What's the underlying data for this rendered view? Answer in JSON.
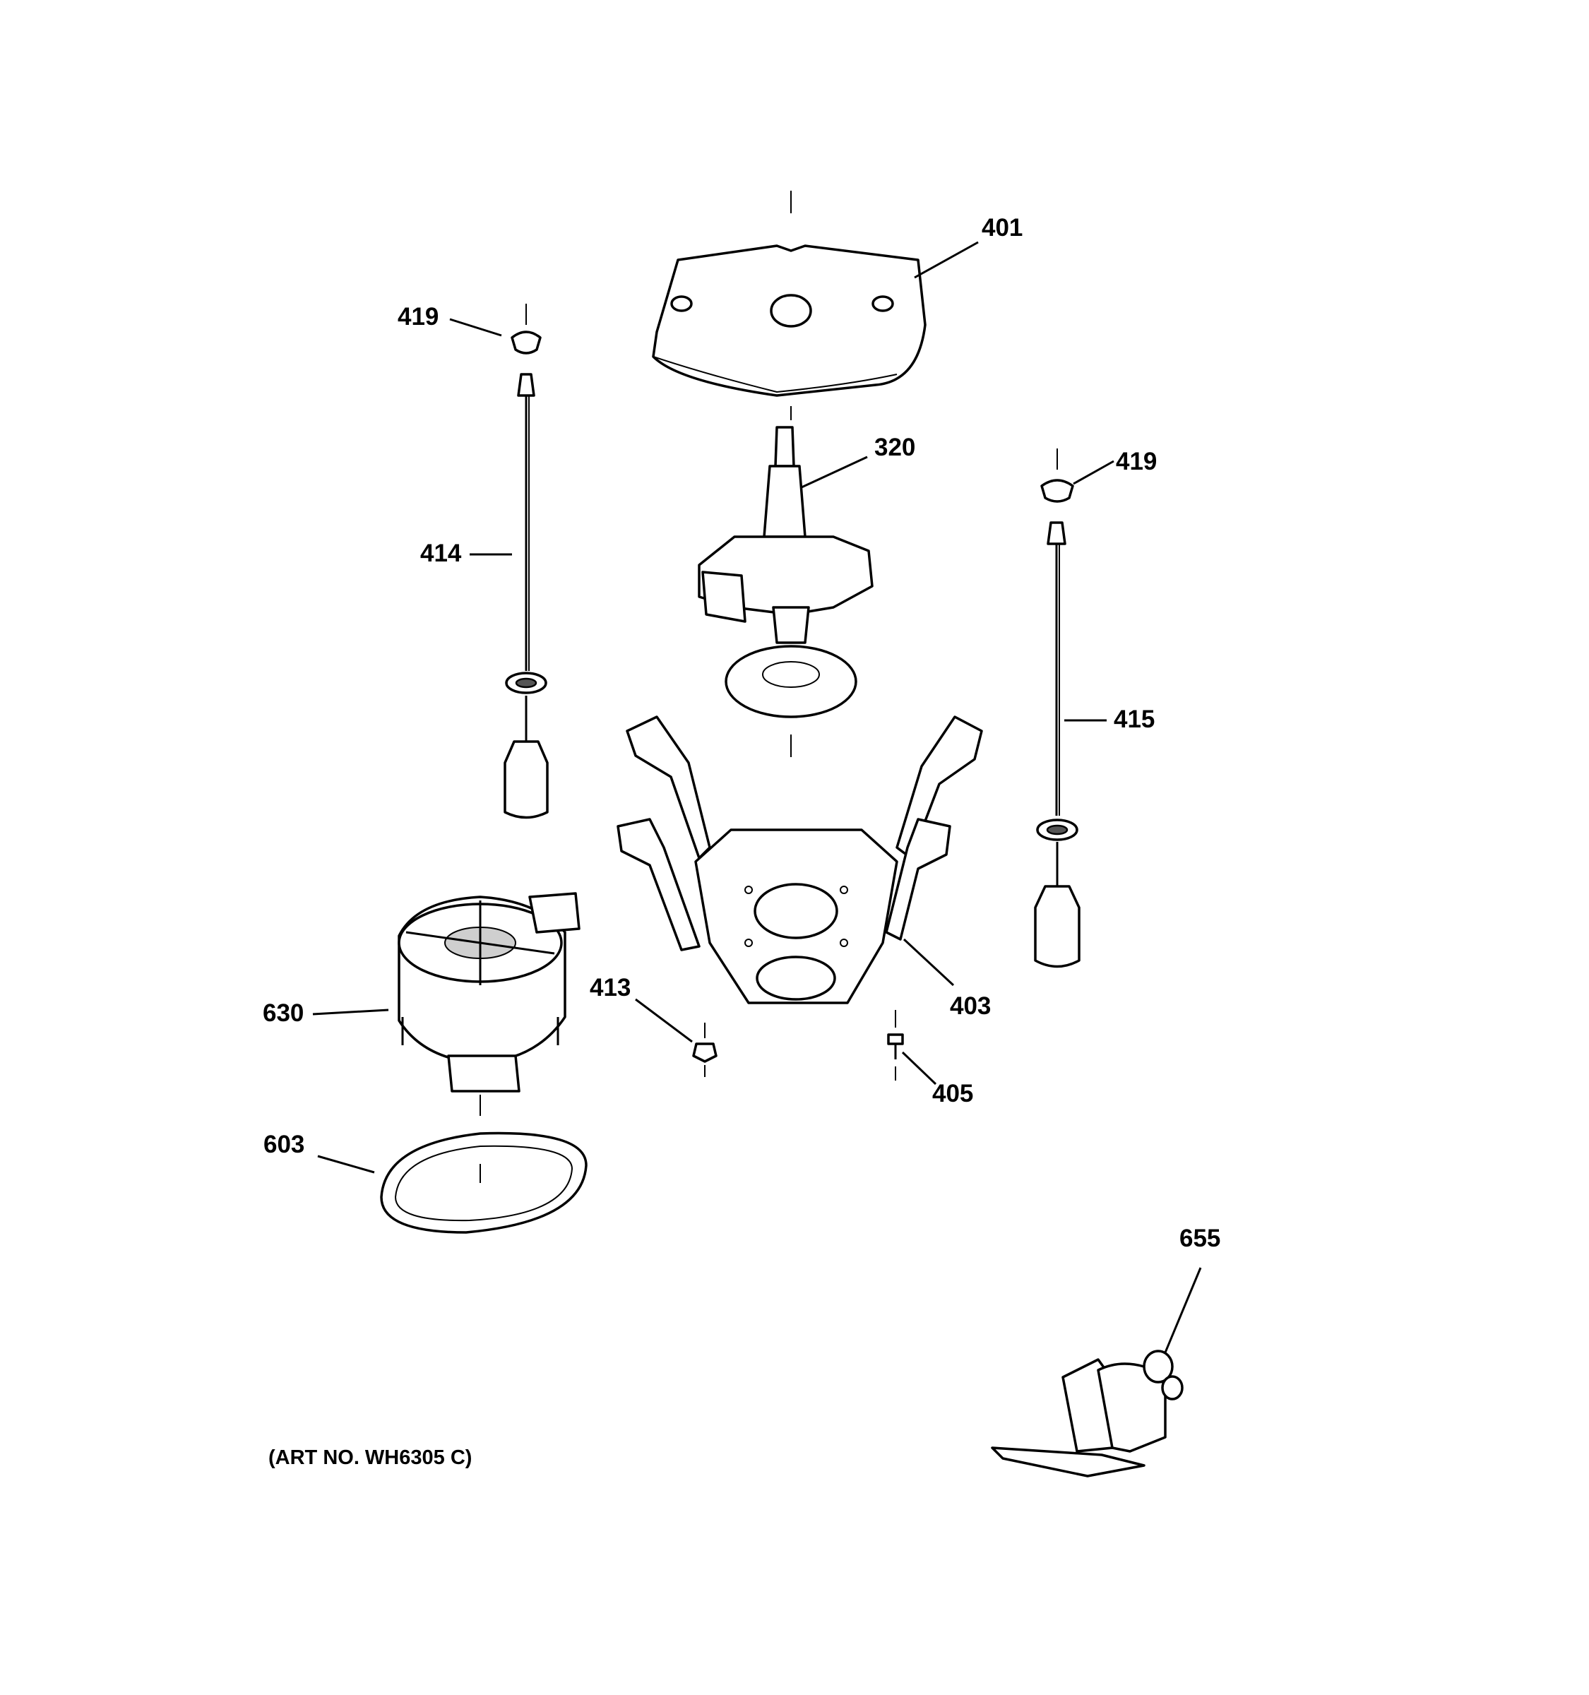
{
  "callouts": {
    "c401": "401",
    "c419_left": "419",
    "c320": "320",
    "c419_right": "419",
    "c414": "414",
    "c415": "415",
    "c630": "630",
    "c413": "413",
    "c403": "403",
    "c405": "405",
    "c603": "603",
    "c655": "655"
  },
  "art_number": "(ART NO. WH6305 C)"
}
